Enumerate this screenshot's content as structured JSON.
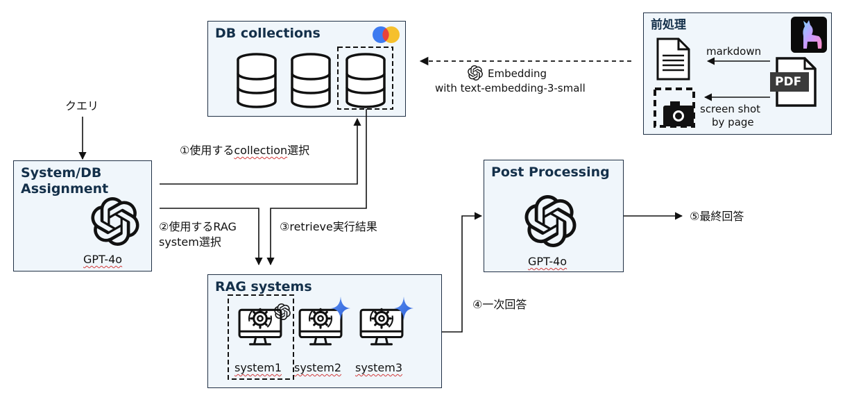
{
  "query_label": "クエリ",
  "assign_box": {
    "title_line1": "System/DB",
    "title_line2": "Assignment",
    "model": "GPT-4o"
  },
  "db_box": {
    "title": "DB collections"
  },
  "rag_box": {
    "title": "RAG systems",
    "systems": [
      "system1",
      "system2",
      "system3"
    ]
  },
  "post_box": {
    "title": "Post Processing",
    "model": "GPT-4o"
  },
  "preprocess_box": {
    "title": "前処理",
    "markdown": "markdown",
    "screenshot_line1": "screen shot",
    "screenshot_line2": "by page",
    "pdf": "PDF"
  },
  "embedding": {
    "line1": "Embedding",
    "line2": "with text-embedding-3-small"
  },
  "steps": {
    "step1_prefix": "①使用する",
    "step1_word": "collection",
    "step1_suffix": "選択",
    "step2_line1": "②使用するRAG",
    "step2_line2": "system選択",
    "step3": "③retrieve実行結果",
    "step4": "④一次回答",
    "step5": "⑤最終回答"
  }
}
